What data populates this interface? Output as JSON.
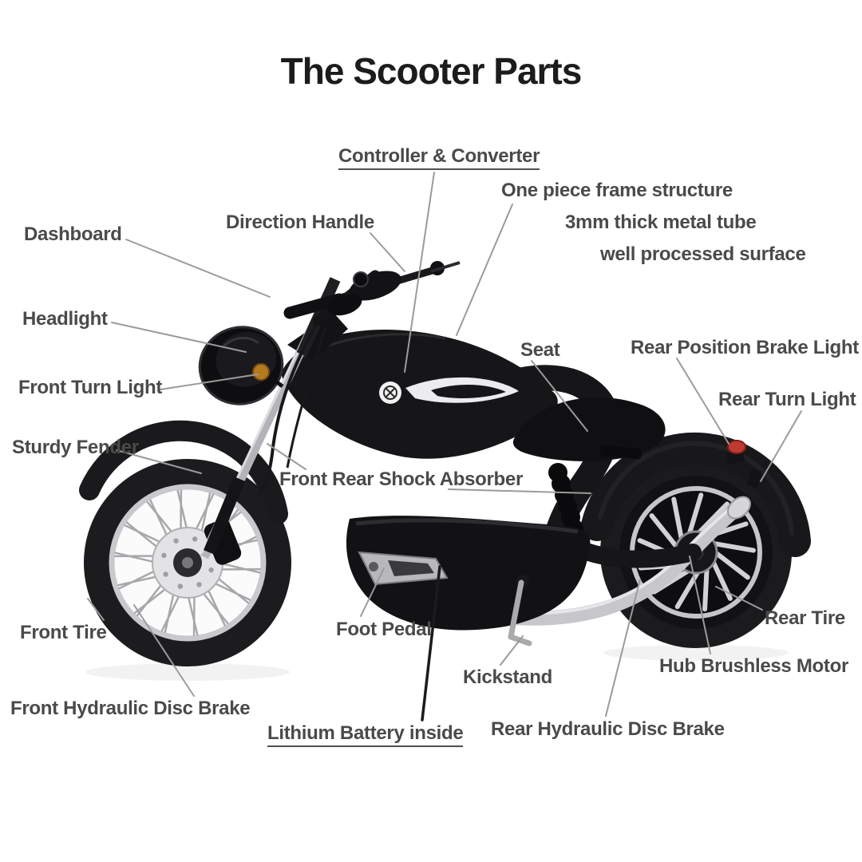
{
  "title": "The Scooter Parts",
  "labels": {
    "controller": {
      "text": "Controller & Converter"
    },
    "frame_line1": {
      "text": "One piece frame structure"
    },
    "frame_line2": {
      "text": "3mm thick metal tube"
    },
    "frame_line3": {
      "text": "well processed surface"
    },
    "dashboard": {
      "text": "Dashboard"
    },
    "direction_handle": {
      "text": "Direction Handle"
    },
    "headlight": {
      "text": "Headlight"
    },
    "front_turn_light": {
      "text": "Front Turn Light"
    },
    "seat": {
      "text": "Seat"
    },
    "rear_position_brake_light": {
      "text": "Rear Position Brake Light"
    },
    "rear_turn_light": {
      "text": "Rear Turn Light"
    },
    "sturdy_fender": {
      "text": "Sturdy Fender"
    },
    "front_rear_shock_absorber": {
      "text": "Front Rear Shock Absorber"
    },
    "front_tire": {
      "text": "Front Tire"
    },
    "foot_pedal": {
      "text": "Foot Pedal"
    },
    "kickstand": {
      "text": "Kickstand"
    },
    "rear_tire": {
      "text": "Rear Tire"
    },
    "hub_brushless_motor": {
      "text": "Hub Brushless Motor"
    },
    "front_hydraulic_disc_brake": {
      "text": "Front Hydraulic Disc Brake"
    },
    "lithium_battery": {
      "text": "Lithium Battery inside"
    },
    "rear_hydraulic_disc_brake": {
      "text": "Rear Hydraulic Disc Brake"
    }
  },
  "colors": {
    "background": "#ffffff",
    "label_text": "#4a4a4a",
    "title_text": "#1c1c1c",
    "leader_line": "#9b9b9b",
    "battery_leader_line": "#1b1b1b",
    "scooter_body": "#161618",
    "chrome": "#b9b9bd",
    "turn_light_amber": "#b5791e",
    "tail_light_red": "#bf3a31"
  }
}
